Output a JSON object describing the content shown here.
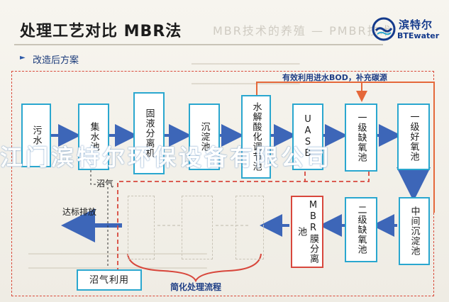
{
  "header": {
    "title": "处理工艺对比 MBR法",
    "ghost_title": "MBR技术的养殖 — PMBR技术",
    "subtitle": "改造后方案"
  },
  "logo": {
    "name": "滨特尔",
    "name_en": "BTEwater",
    "color": "#143a8c"
  },
  "diagram": {
    "note_top": "有效利用进水BOD，补充碳源",
    "boxes": {
      "sewage": "污水",
      "collection_tank": "集水池",
      "solid_liquid_separator": "固液分离机",
      "settling_tank": "沉淀池",
      "hydrolysis_tank": "水解酸化调节池",
      "uasb": "UASB",
      "anoxic_1": "一级缺氧池",
      "aerobic_1": "一级好氧池",
      "middle_settling": "中间沉淀池",
      "anoxic_2": "二级缺氧池",
      "mbr": "MBR膜分离池",
      "biogas_use": "沼气利用"
    },
    "labels": {
      "biogas": "沼气",
      "discharge": "达标排放",
      "simplified_flow": "简化处理流程"
    },
    "colors": {
      "box_border": "#2aa7cf",
      "highlight": "#d8473c",
      "arrow": "#3d66b8"
    }
  },
  "watermark": "江门滨特尔环保设备有限公司"
}
